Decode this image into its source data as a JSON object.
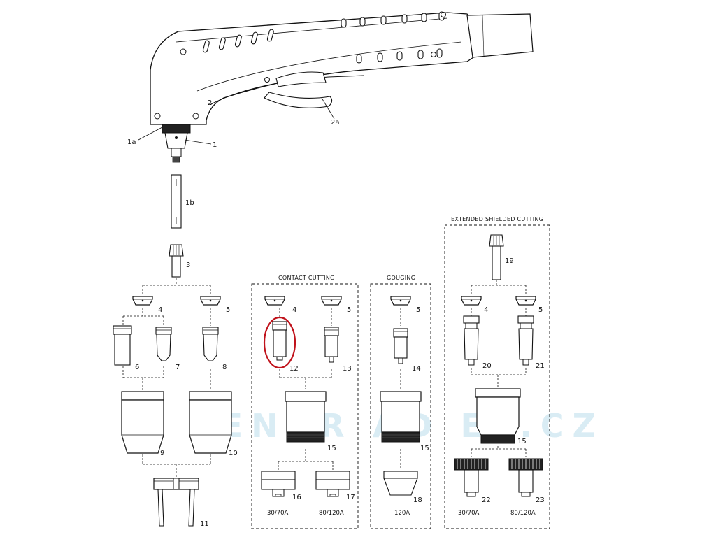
{
  "sections": {
    "contact_cutting": "CONTACT CUTTING",
    "gouging": "GOUGING",
    "extended_shielded_cutting": "EXTENDED SHIELDED CUTTING"
  },
  "labels": {
    "p1": "1",
    "p1a": "1a",
    "p1b": "1b",
    "p2": "2",
    "p2a": "2a",
    "p3": "3",
    "p4": "4",
    "p5": "5",
    "p6": "6",
    "p7": "7",
    "p8": "8",
    "p9": "9",
    "p10": "10",
    "p11": "11",
    "c4": "4",
    "c5": "5",
    "p12": "12",
    "p13": "13",
    "c15": "15",
    "p16": "16",
    "p17": "17",
    "g5": "5",
    "p14": "14",
    "g15": "15",
    "p18": "18",
    "p19": "19",
    "e4": "4",
    "e5": "5",
    "p20": "20",
    "p21": "21",
    "e15": "15",
    "p22": "22",
    "p23": "23"
  },
  "amps": {
    "a16": "30/70A",
    "a17": "80/120A",
    "a18": "120A",
    "a22": "30/70A",
    "a23": "80/120A"
  },
  "watermark": "CENAR AD EL.CZ"
}
